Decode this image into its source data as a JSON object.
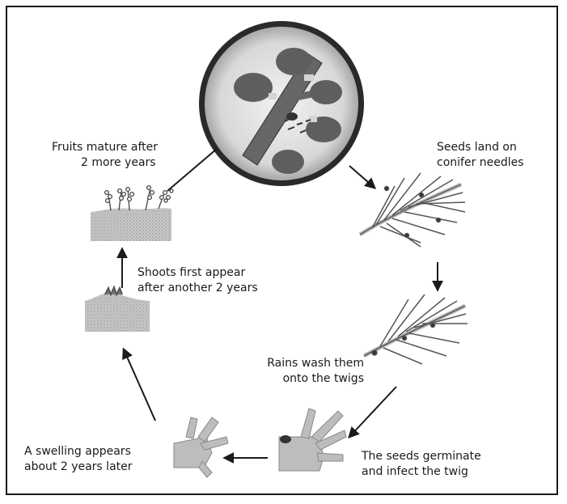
{
  "colors": {
    "stroke": "#1a1a1a",
    "fill_grey": "#bdbdbd",
    "fill_dark": "#6e6e6e",
    "lens_rim": "#444444"
  },
  "stages": {
    "fruits": {
      "line1": "Fruits mature after",
      "line2": "2 more years"
    },
    "seeds": {
      "line1": "Seeds land on",
      "line2": "conifer needles"
    },
    "shoots": {
      "line1": "Shoots first appear",
      "line2": "after another 2 years"
    },
    "rains": {
      "line1": "Rains wash them",
      "line2": "onto the twigs"
    },
    "swelling": {
      "line1": "A swelling appears",
      "line2": "about 2 years later"
    },
    "germinate": {
      "line1": "The seeds germinate",
      "line2": "and infect the twig"
    }
  }
}
